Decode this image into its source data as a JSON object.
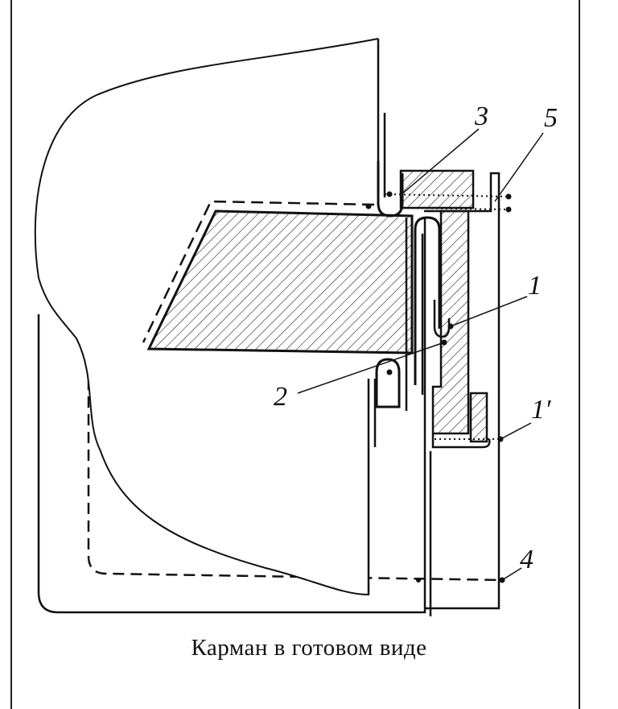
{
  "caption": "Карман в готовом виде",
  "labels": {
    "l1": "1",
    "l1prime": "1′",
    "l2": "2",
    "l3": "3",
    "l4": "4",
    "l5": "5"
  },
  "colors": {
    "ink": "#111111",
    "paper": "#ffffff"
  }
}
